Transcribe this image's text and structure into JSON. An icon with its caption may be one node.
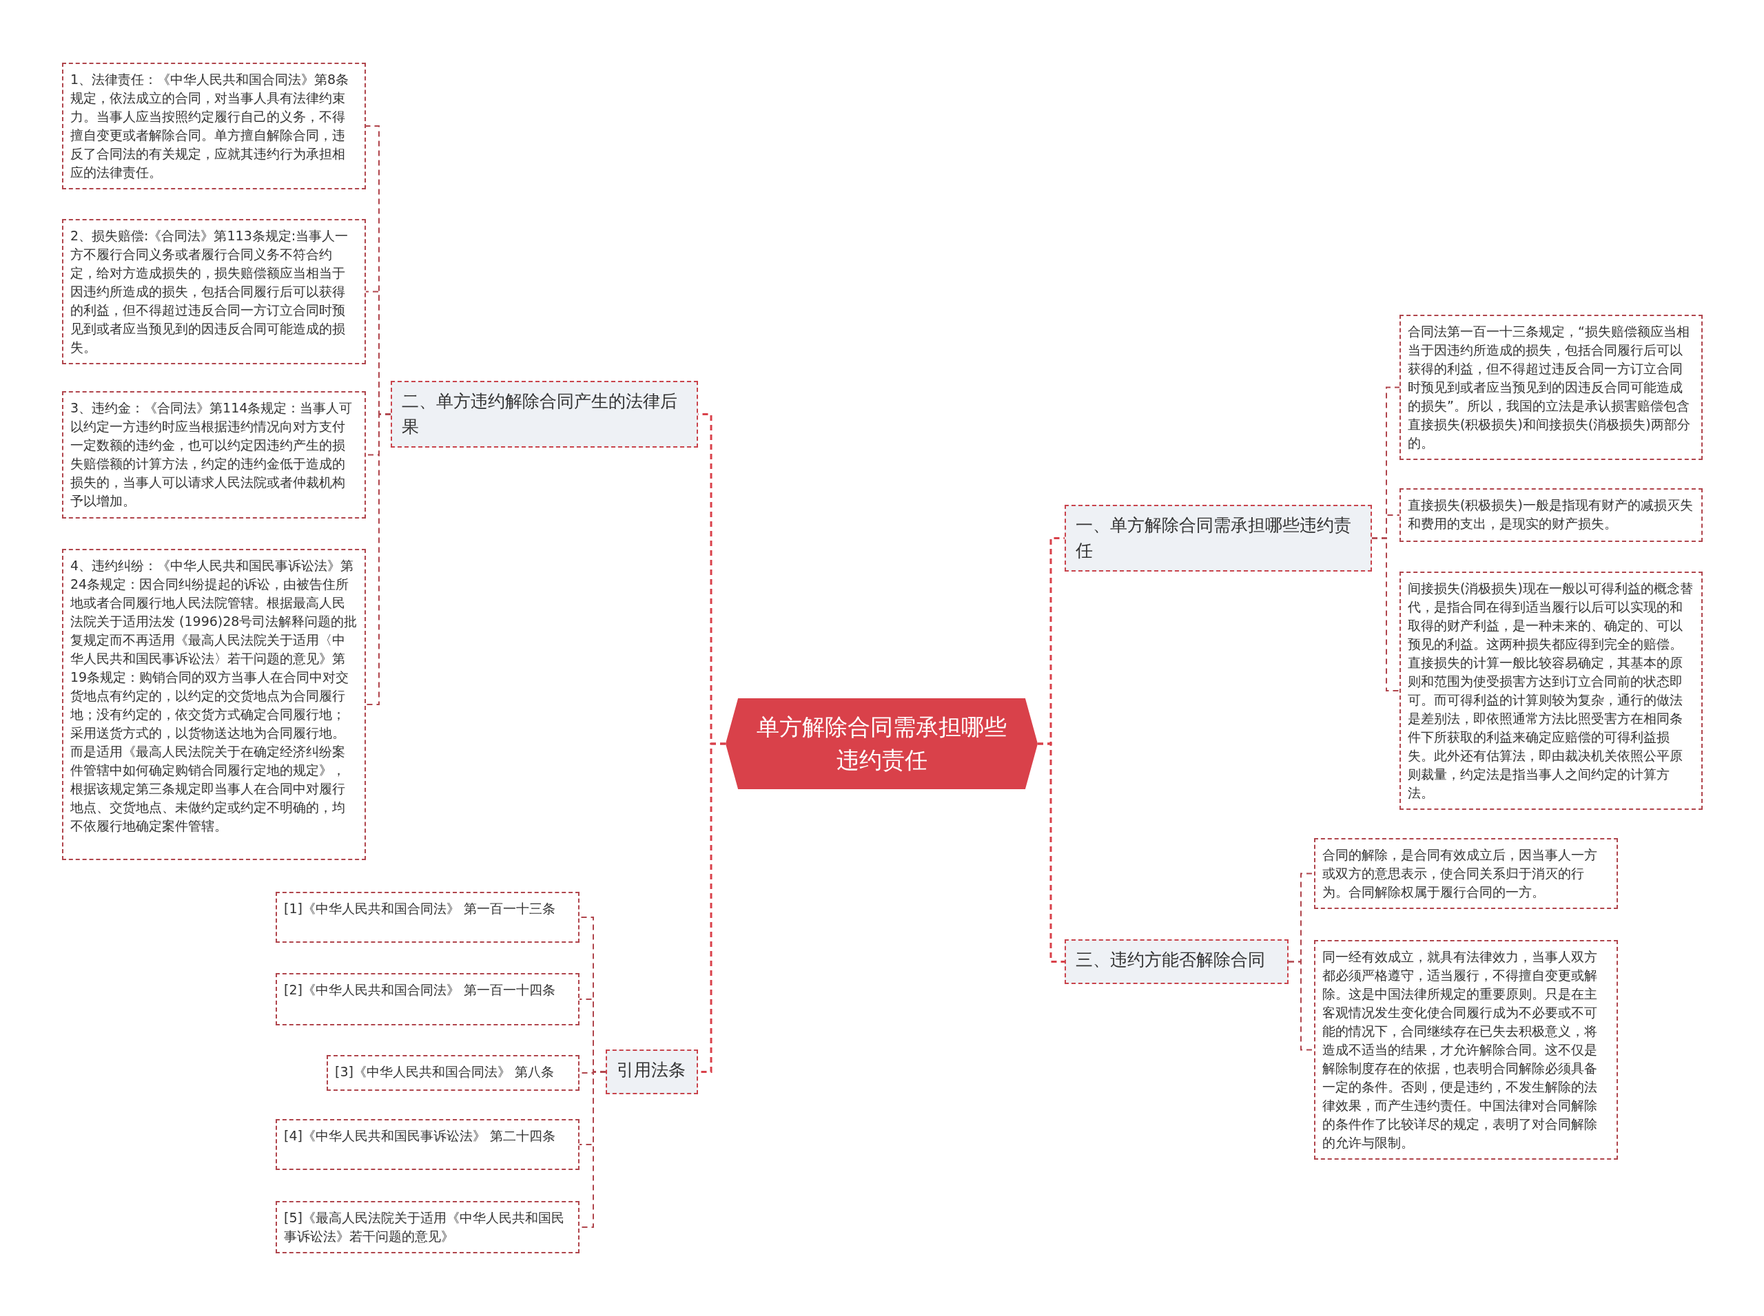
{
  "diagram": {
    "nodes": [
      {
        "text": [
          "单方解除合同需承担哪些违约责任"
        ]
      },
      {
        "text": [
          "二、单方违约解除合同产生的法律后果"
        ]
      },
      {
        "text": [
          "1、法律责任：《中华人民共和国合同法》第8条规定，依法成立的合同，对当事人具有法律约束力。当事人应当按照约定履行自己的义务，不得擅自变更或者解除合同。单方擅自解除合同，违反了合同法的有关规定，应就其违约行为承担相应的法律责任。"
        ]
      },
      {
        "text": [
          "2、损失赔偿:《合同法》第113条规定:当事人一方不履行合同义务或者履行合同义务不符合约定，给对方造成损失的，损失赔偿额应当相当于因违约所造成的损失，包括合同履行后可以获得的利益，但不得超过违反合同一方订立合同时预见到或者应当预见到的因违反合同可能造成的损失。"
        ]
      },
      {
        "text": [
          "3、违约金：《合同法》第114条规定：当事人可以约定一方违约时应当根据违约情况向对方支付一定数额的违约金，也可以约定因违约产生的损失赔偿额的计算方法，约定的违约金低于造成的损失的，当事人可以请求人民法院或者仲裁机构予以增加。"
        ]
      },
      {
        "text": [
          "4、违约纠纷：《中华人民共和国民事诉讼法》第24条规定：因合同纠纷提起的诉讼，由被告住所地或者合同履行地人民法院管辖。根据最高人民法院关于适用法发 (1996)28号司法解释问题的批复规定而不再适用《最高人民法院关于适用〈中华人民共和国民事诉讼法〉若干问题的意见》第19条规定：购销合同的双方当事人在合同中对交货地点有约定的，以约定的交货地点为合同履行地；没有约定的，依交货方式确定合同履行地；采用送货方式的，以货物送达地为合同履行地。而是适用《最高人民法院关于在确定经济纠纷案件管辖中如何确定购销合同履行定地的规定》，根据该规定第三条规定即当事人在合同中对履行地点、交货地点、未做约定或约定不明确的，均不依履行地确定案件管辖。"
        ]
      },
      {
        "text": [
          "引用法条"
        ]
      },
      {
        "text": [
          "[1]《中华人民共和国合同法》 第一百一十三条"
        ]
      },
      {
        "text": [
          "[2]《中华人民共和国合同法》 第一百一十四条"
        ]
      },
      {
        "text": [
          "[3]《中华人民共和国合同法》 第八条"
        ]
      },
      {
        "text": [
          "[4]《中华人民共和国民事诉讼法》 第二十四条"
        ]
      },
      {
        "text": [
          "[5]《最高人民法院关于适用《中华人民共和国民事诉讼法》若干问题的意见》"
        ]
      },
      {
        "text": [
          "一、单方解除合同需承担哪些违约责任"
        ]
      },
      {
        "text": [
          "合同法第一百一十三条规定，“损失赔偿额应当相当于因违约所造成的损失，包括合同履行后可以获得的利益，但不得超过违反合同一方订立合同时预见到或者应当预见到的因违反合同可能造成的损失”。所以，我国的立法是承认损害赔偿包含直接损失(积极损失)和间接损失(消极损失)两部分的。"
        ]
      },
      {
        "text": [
          "直接损失(积极损失)一般是指现有财产的减损灭失和费用的支出，是现实的财产损失。"
        ]
      },
      {
        "text": [
          "间接损失(消极损失)现在一般以可得利益的概念替代，是指合同在得到适当履行以后可以实现的和取得的财产利益，是一种未来的、确定的、可以预见的利益。这两种损失都应得到完全的赔偿。直接损失的计算一般比较容易确定，其基本的原则和范围为使受损害方达到订立合同前的状态即可。而可得利益的计算则较为复杂，通行的做法是差别法，即依照通常方法比照受害方在相同条件下所获取的利益来确定应赔偿的可得利益损失。此外还有估算法，即由裁决机关依照公平原则裁量，约定法是指当事人之间约定的计算方法。"
        ]
      },
      {
        "text": [
          "三、违约方能否解除合同"
        ]
      },
      {
        "text": [
          "合同的解除，是合同有效成立后，因当事人一方或双方的意思表示，使合同关系归于消灭的行为。合同解除权属于履行合同的一方。"
        ]
      },
      {
        "text": [
          "同一经有效成立，就具有法律效力，当事人双方都必须严格遵守，适当履行，不得擅自变更或解除。这是中国法律所规定的重要原则。只是在主客观情况发生变化使合同履行成为不必要或不可能的情况下，合同继续存在已失去积极意义，将造成不适当的结果，才允许解除合同。这不仅是解除制度存在的依据，也表明合同解除必须具备一定的条件。否则，便是违约，不发生解除的法律效果，而产生违约责任。中国法律对合同解除的条件作了比较详尽的规定，表明了对合同解除的允许与限制。"
        ]
      }
    ],
    "edges": [
      {
        "from": 0,
        "to": 1,
        "arrow": "none",
        "style": "dashed"
      },
      {
        "from": 1,
        "to": 2,
        "arrow": "none",
        "style": "dashed"
      },
      {
        "from": 1,
        "to": 3,
        "arrow": "none",
        "style": "dashed"
      },
      {
        "from": 1,
        "to": 4,
        "arrow": "none",
        "style": "dashed"
      },
      {
        "from": 1,
        "to": 5,
        "arrow": "none",
        "style": "dashed"
      },
      {
        "from": 0,
        "to": 6,
        "arrow": "none",
        "style": "dashed"
      },
      {
        "from": 6,
        "to": 7,
        "arrow": "none",
        "style": "dashed"
      },
      {
        "from": 6,
        "to": 8,
        "arrow": "none",
        "style": "dashed"
      },
      {
        "from": 6,
        "to": 9,
        "arrow": "none",
        "style": "dashed"
      },
      {
        "from": 6,
        "to": 10,
        "arrow": "none",
        "style": "dashed"
      },
      {
        "from": 6,
        "to": 11,
        "arrow": "none",
        "style": "dashed"
      },
      {
        "from": 0,
        "to": 12,
        "arrow": "none",
        "style": "dashed"
      },
      {
        "from": 12,
        "to": 13,
        "arrow": "none",
        "style": "dashed"
      },
      {
        "from": 12,
        "to": 14,
        "arrow": "none",
        "style": "dashed"
      },
      {
        "from": 12,
        "to": 15,
        "arrow": "none",
        "style": "dashed"
      },
      {
        "from": 0,
        "to": 16,
        "arrow": "none",
        "style": "dashed"
      },
      {
        "from": 16,
        "to": 17,
        "arrow": "none",
        "style": "dashed"
      },
      {
        "from": 16,
        "to": 18,
        "arrow": "none",
        "style": "dashed"
      }
    ]
  }
}
